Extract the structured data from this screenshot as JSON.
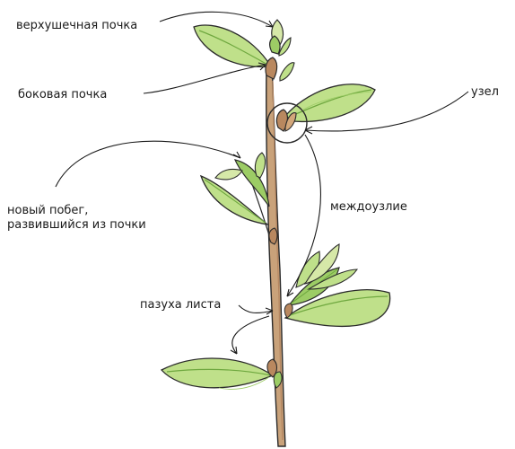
{
  "labels": {
    "apical_bud": "верхушечная почка",
    "lateral_bud": "боковая почка",
    "node": "узел",
    "new_shoot": "новый побег,\nразвившийся из почки",
    "internode": "междоузлие",
    "leaf_axil": "пазуха листа"
  },
  "colors": {
    "stem": "#c9a27a",
    "stem_shade": "#b48560",
    "leaf_light": "#bfe08a",
    "leaf_mid": "#9ccc65",
    "leaf_dark": "#6fa83f",
    "bud": "#b9885f",
    "outline": "#2b2b2b"
  }
}
